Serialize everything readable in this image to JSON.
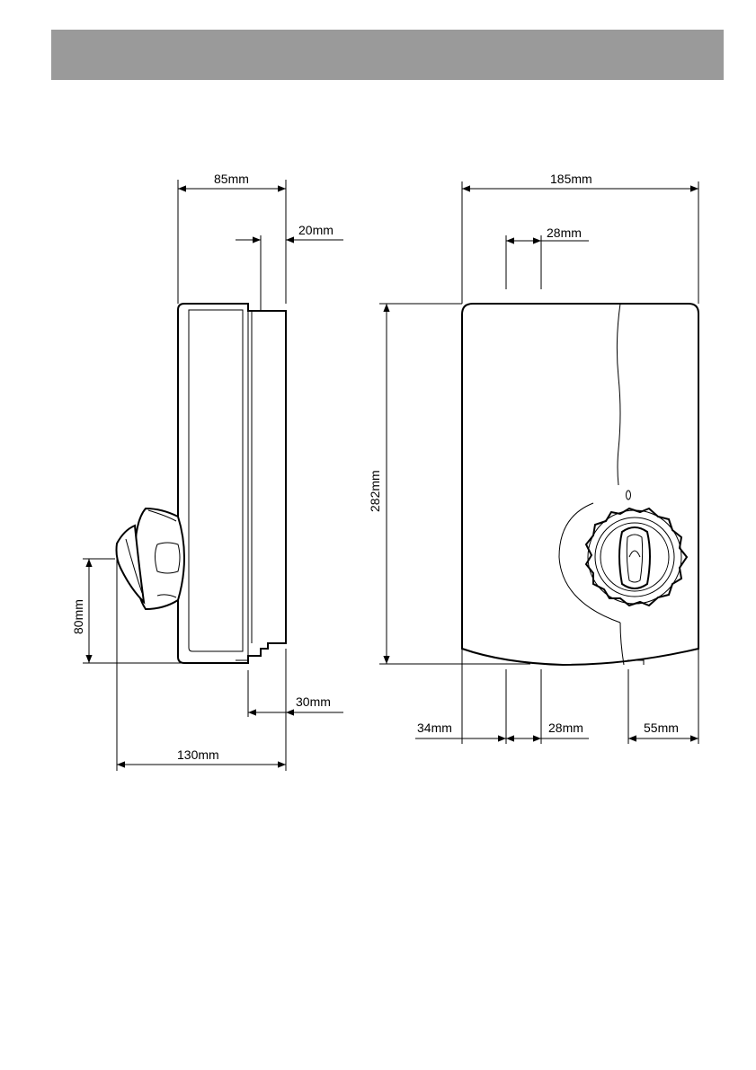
{
  "header": {
    "color": "#9a9a9a"
  },
  "side_view": {
    "width_85": "85mm",
    "offset_20": "20mm",
    "height_80": "80mm",
    "offset_30": "30mm",
    "depth_130": "130mm"
  },
  "front_view": {
    "width_185": "185mm",
    "gap_28_top": "28mm",
    "height_282": "282mm",
    "left_34": "34mm",
    "gap_28_bottom": "28mm",
    "right_55": "55mm"
  },
  "icons": {
    "control_knob": "control-knob-icon"
  }
}
